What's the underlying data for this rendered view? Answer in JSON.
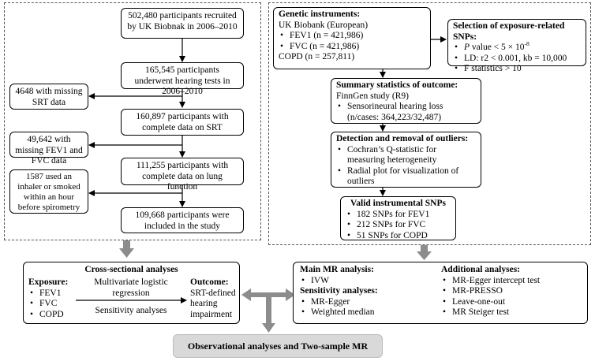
{
  "cohort": {
    "recruited": "502,480 participants recruited by UK Biobnak in 2006–2010",
    "hearing_tests": "165,545 participants underwent hearing tests in 2006–2010",
    "missing_srt": "4648 with missing SRT data",
    "complete_srt": "160,897 participants with complete data on SRT",
    "missing_lung": "49,642 with missing FEV1 and FVC data",
    "complete_lung": "111,255 participants with complete data on lung function",
    "inhaler": "1587 used an inhaler or smoked within an hour before spirometry",
    "included": "109,668 participants were included in the study"
  },
  "mr": {
    "genetic": {
      "title": "Genetic instruments:",
      "source": "UK Biobank (European)",
      "items": [
        "FEV1 (n = 421,986)",
        "FVC (n = 421,986)"
      ],
      "copd": "COPD (n = 257,811)"
    },
    "selection": {
      "title": "Selection of exposure-related SNPs:",
      "p_label": "P",
      "p_rest": " value < 5 × 10",
      "p_exp": "-8",
      "ld": "LD: r2 < 0.001, kb = 10,000",
      "f": "F statistics > 10"
    },
    "summary": {
      "title": "Summary statistics of outcome:",
      "source": "FinnGen study (R9)",
      "item": "Sensorineural hearing loss",
      "detail": "(n/cases: 364,223/32,487)"
    },
    "outliers": {
      "title": "Detection and removal of outliers:",
      "items": [
        "Cochran’s Q-statistic for measuring heterogeneity",
        "Radial plot for visualization of outliers"
      ]
    },
    "valid": {
      "title": "Valid instrumental SNPs",
      "items": [
        "182 SNPs for FEV1",
        "212 SNPs for FVC",
        "51 SNPs for COPD"
      ]
    }
  },
  "cross": {
    "title": "Cross-sectional analyses",
    "exposure_label": "Exposure:",
    "exposures": [
      "FEV1",
      "FVC",
      "COPD"
    ],
    "method": "Multivariate logistic regression",
    "sensitivity": "Sensitivity analyses",
    "outcome_label": "Outcome:",
    "outcome": "SRT-defined hearing impairment"
  },
  "mr_analyses": {
    "main_title": "Main MR analysis:",
    "main_items": [
      "IVW"
    ],
    "sens_title": "Sensitivity analyses:",
    "sens_items": [
      "MR-Egger",
      "Weighted median"
    ],
    "add_title": "Additional analyses:",
    "add_items": [
      "MR-Egger intercept test",
      "MR-PRESSO",
      "Leave-one-out",
      "MR Steiger test"
    ]
  },
  "final": "Observational analyses and Two-sample MR"
}
